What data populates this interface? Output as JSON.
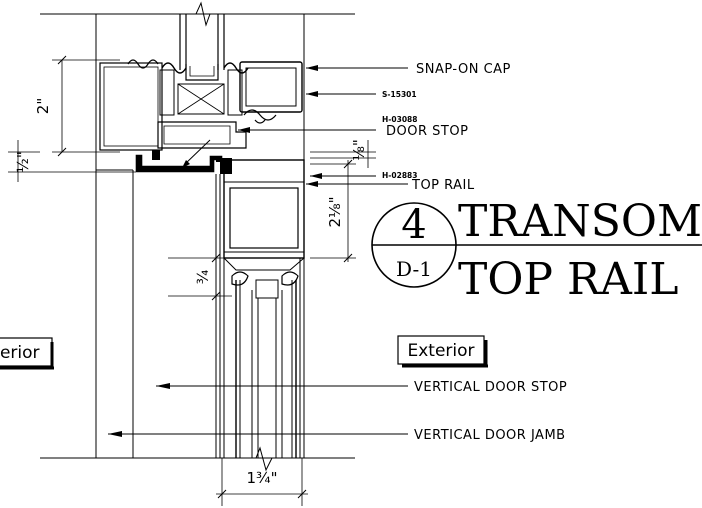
{
  "callouts": {
    "snap_on_cap": "SNAP-ON CAP",
    "s_15301": "S-15301",
    "h_03088": "H-03088",
    "door_stop": "DOOR STOP",
    "h_02883": "H-02883",
    "top_rail": "TOP RAIL",
    "vertical_door_stop": "VERTICAL DOOR STOP",
    "vertical_door_jamb": "VERTICAL DOOR JAMB"
  },
  "dimensions": {
    "d_2": "2\"",
    "d_half": "½\"",
    "d_eighth": "⅛\"",
    "d_2_1_8": "2⅛\"",
    "d_3_4": "¾",
    "d_1_3_4": "1¾\""
  },
  "detail_tag": {
    "number": "4",
    "sheet": "D-1",
    "title_line_1": "TRANSOM",
    "title_line_2": "TOP RAIL"
  },
  "side_labels": {
    "left": "Exterior",
    "right": "Exterior"
  }
}
